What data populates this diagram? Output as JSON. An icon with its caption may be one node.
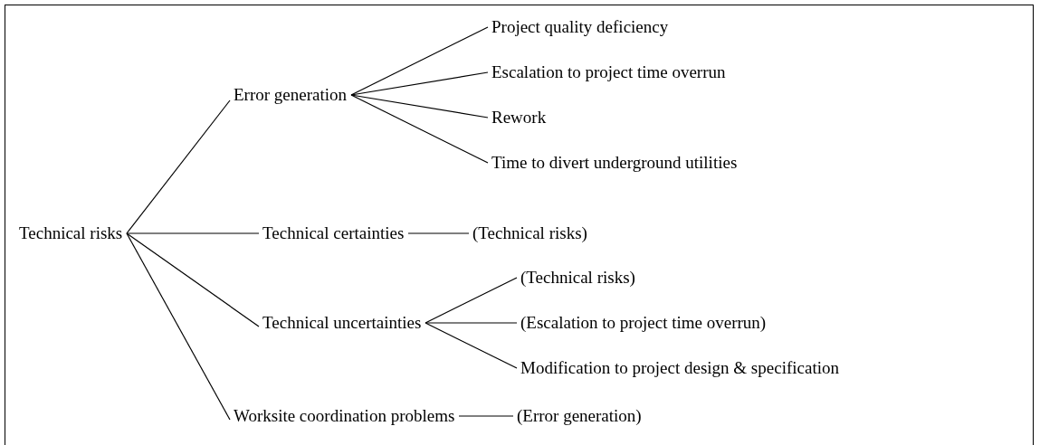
{
  "diagram": {
    "nodes": [
      {
        "text": [
          "Technical risks"
        ]
      },
      {
        "text": [
          "Error generation"
        ]
      },
      {
        "text": [
          "Project quality deficiency"
        ]
      },
      {
        "text": [
          "Escalation to project time overrun"
        ]
      },
      {
        "text": [
          "Rework"
        ]
      },
      {
        "text": [
          "Time to divert underground utilities"
        ]
      },
      {
        "text": [
          "Technical certainties"
        ]
      },
      {
        "text": [
          "(Technical risks)"
        ]
      },
      {
        "text": [
          "Technical uncertainties"
        ]
      },
      {
        "text": [
          "(Technical risks)"
        ]
      },
      {
        "text": [
          "(Escalation to project time overrun)"
        ]
      },
      {
        "text": [
          "Modification to project design & specification"
        ]
      },
      {
        "text": [
          "Worksite coordination problems"
        ]
      },
      {
        "text": [
          "(Error generation)"
        ]
      }
    ],
    "edges": [
      {
        "from": 0,
        "to": 1,
        "arrow": "none"
      },
      {
        "from": 1,
        "to": 2,
        "arrow": "none"
      },
      {
        "from": 1,
        "to": 3,
        "arrow": "none"
      },
      {
        "from": 1,
        "to": 4,
        "arrow": "none"
      },
      {
        "from": 1,
        "to": 5,
        "arrow": "none"
      },
      {
        "from": 0,
        "to": 6,
        "arrow": "none"
      },
      {
        "from": 6,
        "to": 7,
        "arrow": "none"
      },
      {
        "from": 0,
        "to": 8,
        "arrow": "none"
      },
      {
        "from": 8,
        "to": 9,
        "arrow": "none"
      },
      {
        "from": 8,
        "to": 10,
        "arrow": "none"
      },
      {
        "from": 8,
        "to": 11,
        "arrow": "none"
      },
      {
        "from": 0,
        "to": 12,
        "arrow": "none"
      },
      {
        "from": 12,
        "to": 13,
        "arrow": "none"
      }
    ]
  }
}
